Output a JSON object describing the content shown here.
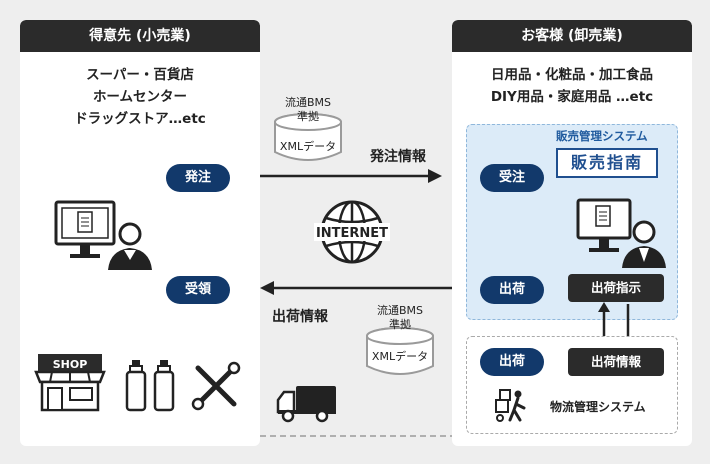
{
  "left_panel": {
    "title": "得意先 (小売業)",
    "lines": [
      "スーパー・百貨店",
      "ホームセンター",
      "ドラッグストア…etc"
    ],
    "order_label": "発注",
    "receive_label": "受領",
    "shop_sign": "SHOP"
  },
  "right_panel": {
    "title": "お客様 (卸売業)",
    "lines": [
      "日用品・化粧品・加工食品",
      "DIY用品・家庭用品 …etc"
    ],
    "system_title": "販売管理システム",
    "system_logo": "販売指南",
    "receive_order_label": "受注",
    "ship_label": "出荷",
    "ship_instruction": "出荷指示",
    "ship_info": "出荷情報",
    "logistics_ship_label": "出荷",
    "logistics_system": "物流管理システム"
  },
  "middle": {
    "db_top": {
      "line1": "流通BMS",
      "line2": "準拠",
      "format": "XMLデータ"
    },
    "db_bottom": {
      "line1": "流通BMS",
      "line2": "準拠",
      "format": "XMLデータ"
    },
    "order_info": "発注情報",
    "ship_info": "出荷情報",
    "internet": "INTERNET"
  },
  "colors": {
    "navy": "#12396b",
    "dark": "#2b2b2b",
    "order_box_bg": "#dcebf8",
    "background": "#eeeeee"
  }
}
